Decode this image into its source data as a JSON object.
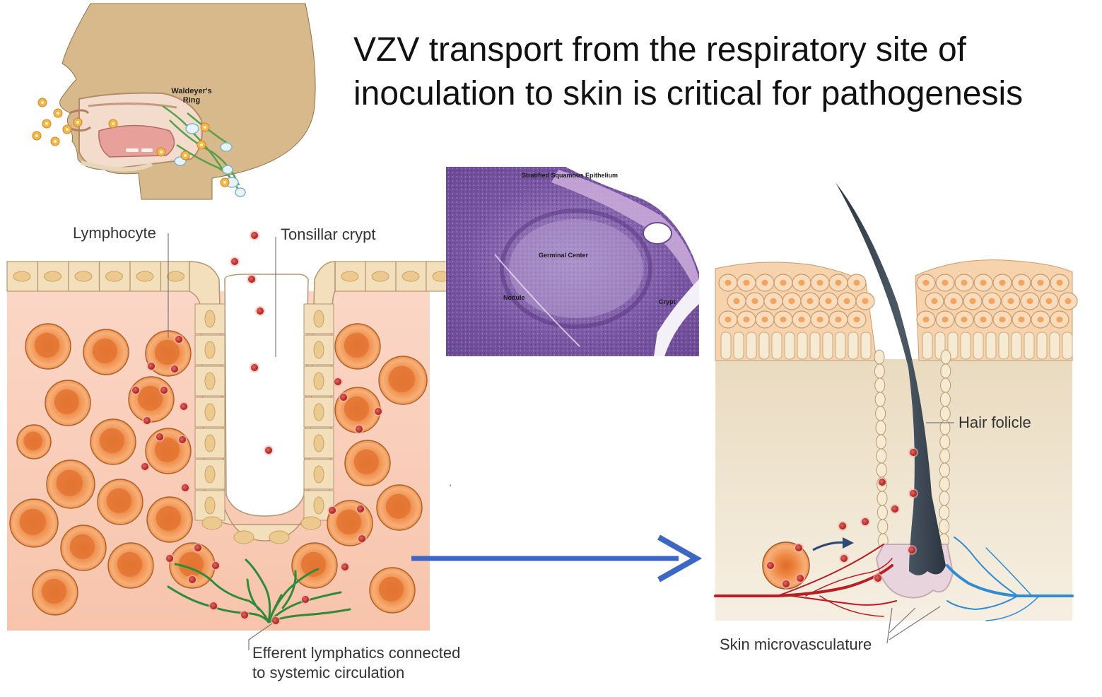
{
  "title": {
    "line1": "VZV transport from the respiratory site of",
    "line2": "inoculation to skin is critical for pathogenesis"
  },
  "head_panel": {
    "ring_label_line1": "Waldeyer's",
    "ring_label_line2": "Ring"
  },
  "tonsil_panel": {
    "lymphocyte": "Lymphocyte",
    "crypt": "Tonsillar crypt",
    "lymphatics_line1": "Efferent lymphatics connected",
    "lymphatics_line2": "to systemic circulation"
  },
  "histology_panel": {
    "epithelium": "Stratified Squamous Epithelium",
    "center": "Germinal Center",
    "nodule": "Nodule",
    "crypt": "Crypt"
  },
  "skin_panel": {
    "hair": "Hair folicle",
    "vasculature": "Skin microvasculature"
  },
  "colors": {
    "skin_tone": "#d8b98c",
    "cell_orange": "#f0924a",
    "virus_red": "#c8302c",
    "lymph_green": "#2f8a3a",
    "arrow_blue": "#3c68c4",
    "vessel_red": "#b81e24",
    "vessel_blue": "#2e8bd4",
    "histology_purple": "#8a64ae"
  }
}
